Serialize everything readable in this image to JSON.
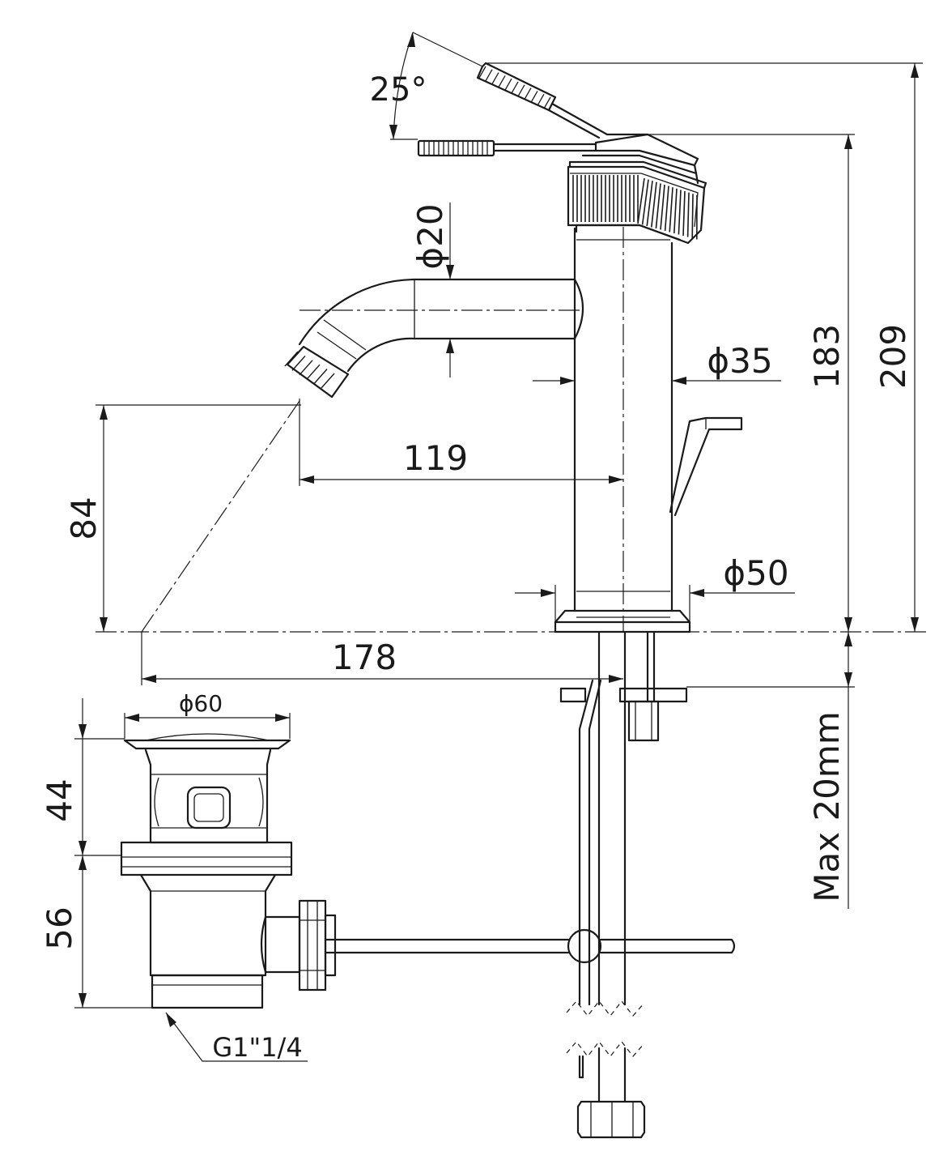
{
  "drawing": {
    "angle_label": "25°",
    "dimensions": {
      "spout_diameter": "20",
      "body_diameter": "35",
      "base_diameter": "50",
      "overall_height": "209",
      "body_height": "183",
      "outlet_height": "84",
      "spout_reach": "119",
      "outlet_to_axis": "178",
      "max_thickness": "Max 20mm",
      "waste_diameter": "60",
      "waste_upper_height": "44",
      "waste_lower_height": "56",
      "waste_thread": "G1\"1/4"
    },
    "diameter_symbol": "ϕ"
  }
}
